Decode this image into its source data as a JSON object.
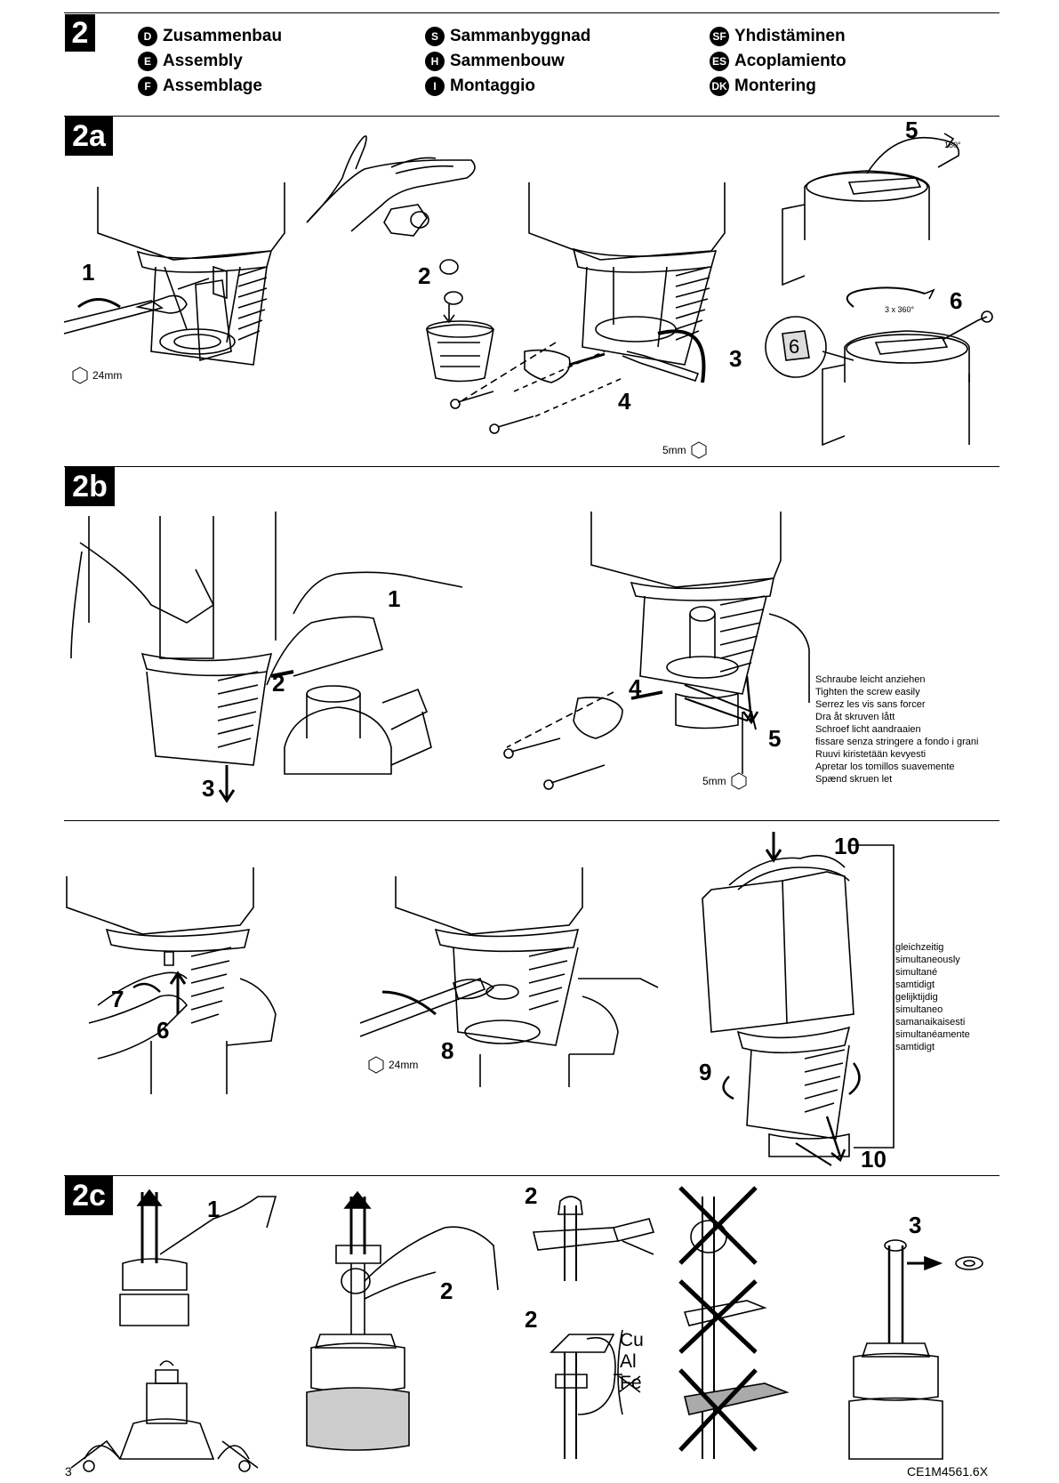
{
  "section_main": {
    "number": "2",
    "titles": [
      {
        "code": "D",
        "label": "Zusammenbau"
      },
      {
        "code": "E",
        "label": "Assembly"
      },
      {
        "code": "F",
        "label": "Assemblage"
      },
      {
        "code": "S",
        "label": "Sammanbyggnad"
      },
      {
        "code": "H",
        "label": "Sammenbouw"
      },
      {
        "code": "I",
        "label": "Montaggio"
      },
      {
        "code": "SF",
        "label": "Yhdistäminen"
      },
      {
        "code": "ES",
        "label": "Acoplamiento"
      },
      {
        "code": "DK",
        "label": "Montering"
      }
    ]
  },
  "section_2a": {
    "label": "2a",
    "steps": [
      "1",
      "2",
      "3",
      "4",
      "5",
      "6"
    ],
    "wrench_size": "24mm",
    "hex_key_size": "5mm",
    "rotation_180": "180°",
    "rotation_360": "3 x 360°",
    "dial_number": "6"
  },
  "section_2b": {
    "label": "2b",
    "steps": [
      "1",
      "2",
      "3",
      "4",
      "5",
      "6",
      "7",
      "8",
      "9",
      "10",
      "10"
    ],
    "hex_key_size": "5mm",
    "wrench_size": "24mm",
    "tighten_note": [
      "Schraube leicht anziehen",
      "Tighten the screw easily",
      "Serrez les vis sans forcer",
      "Dra åt skruven lått",
      "Schroef licht aandraaien",
      "fissare senza stringere a fondo i grani",
      "Ruuvi kiristetään kevyesti",
      "Apretar los tomillos suavemente",
      "Spænd skruen let"
    ],
    "simultaneous_note": [
      "gleichzeitig",
      "simultaneously",
      "simultané",
      "samtidigt",
      "gelijktijdig",
      "simultaneo",
      "samanaikaisesti",
      "simultanéamente",
      "samtidigt"
    ]
  },
  "section_2c": {
    "label": "2c",
    "steps": [
      "1",
      "2",
      "2",
      "2",
      "3"
    ],
    "metals": [
      "Cu",
      "Al",
      "Fe"
    ]
  },
  "footer": {
    "page": "3",
    "doc_id": "CE1M4561.6X"
  }
}
